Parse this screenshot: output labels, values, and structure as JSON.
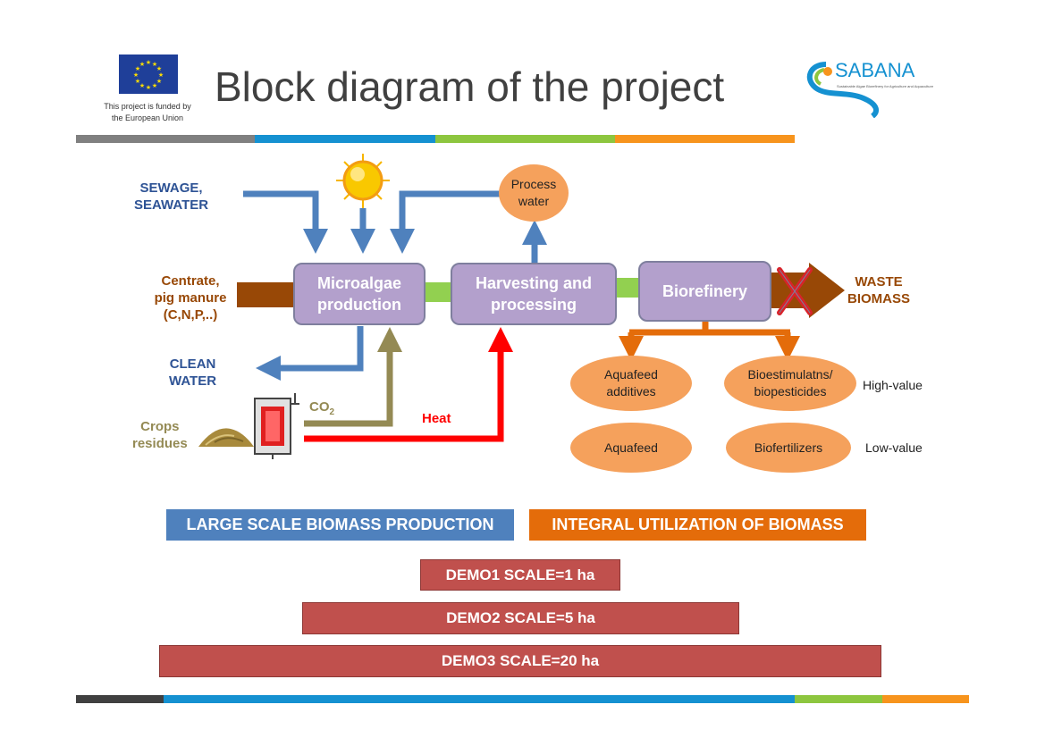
{
  "header": {
    "title": "Block diagram of the project",
    "eu_caption_line1": "This project is funded by",
    "eu_caption_line2": "the European Union",
    "logo_text": "SABANA",
    "logo_tagline": "Sustainable Algae Biorefinery for Agriculture and Aquaculture"
  },
  "inputs": {
    "sewage": [
      "SEWAGE,",
      "SEAWATER"
    ],
    "centrate": [
      "Centrate,",
      "pig manure",
      "(C,N,P,..)"
    ],
    "clean_water": [
      "CLEAN",
      "WATER"
    ],
    "crops": [
      "Crops",
      "residues"
    ],
    "co2": "CO",
    "co2_sub": "2",
    "heat": "Heat"
  },
  "blocks": {
    "microalgae": [
      "Microalgae",
      "production"
    ],
    "harvesting": [
      "Harvesting and",
      "processing"
    ],
    "biorefinery": "Biorefinery",
    "process_water": [
      "Process",
      "water"
    ],
    "waste": [
      "WASTE",
      "BIOMASS"
    ]
  },
  "products": {
    "aquafeed_additives": [
      "Aquafeed",
      "additives"
    ],
    "biostimulants": [
      "Bioestimulatns/",
      "biopesticides"
    ],
    "aquafeed": "Aquafeed",
    "biofertilizers": "Biofertilizers",
    "high_value": "High-value",
    "low_value": "Low-value"
  },
  "bands": {
    "large_scale": "LARGE SCALE BIOMASS PRODUCTION",
    "integral": "INTEGRAL UTILIZATION OF BIOMASS"
  },
  "demos": {
    "demo1": "DEMO1 SCALE=1 ha",
    "demo2": "DEMO2 SCALE=5 ha",
    "demo3": "DEMO3 SCALE=20 ha"
  },
  "colors": {
    "blue_arrow": "#4f81bd",
    "brown": "#984806",
    "olive": "#948a54",
    "red": "#ff0000",
    "orange": "#e46c0a",
    "green": "#92d050",
    "purple_box": "#b3a0cc",
    "ellipse": "#f5a15c",
    "blue_band": "#4f81bd",
    "orange_band": "#e46c0a",
    "demo": "#c0504d",
    "stripe_gray": "#808080",
    "stripe_blue": "#1591d1",
    "stripe_green": "#8dc63f",
    "stripe_orange": "#f7941d",
    "stripe_dark": "#404040"
  }
}
